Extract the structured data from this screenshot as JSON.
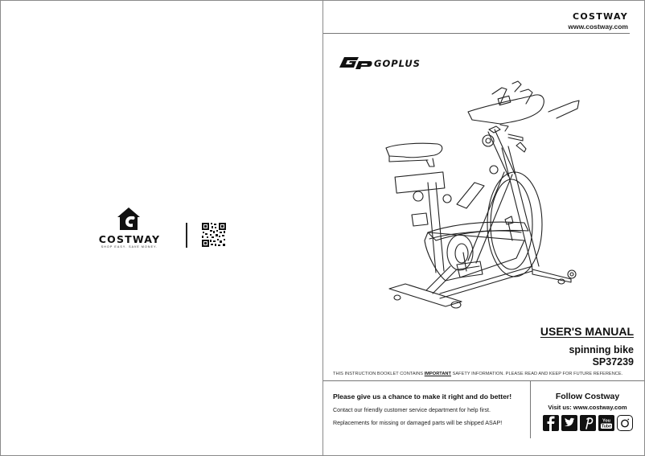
{
  "left_page": {
    "brand": {
      "name": "COSTWAY",
      "tagline": "SHOP EASY. SAVE MONEY.",
      "logo_icon": "house-c-icon"
    },
    "qr_code_icon": "qr-code-icon"
  },
  "right_page": {
    "header": {
      "brand": "COSTWAY",
      "url": "www.costway.com"
    },
    "sub_brand": {
      "logo_text": "GOPLUS",
      "logo_icon": "gp-monogram-icon"
    },
    "illustration": "spinning-bike-line-drawing",
    "title": {
      "manual": "USER'S MANUAL",
      "product": "spinning bike",
      "model": "SP37239"
    },
    "safety_note": {
      "before": "THIS INSTRUCTION BOOKLET CONTAINS ",
      "emphasis": "IMPORTANT",
      "after": " SAFETY INFORMATION. PLEASE READ AND KEEP FOR FUTURE REFERENCE."
    },
    "support": {
      "heading": "Please give us a chance to make it right and do better!",
      "lines": [
        "Contact our friendly customer service department for help first.",
        "Replacements for missing or damaged parts will be shipped ASAP!"
      ]
    },
    "follow": {
      "heading": "Follow Costway",
      "visit": "Visit us: www.costway.com",
      "social": [
        {
          "name": "facebook",
          "glyph": "f"
        },
        {
          "name": "twitter",
          "glyph": "t"
        },
        {
          "name": "pinterest",
          "glyph": "P"
        },
        {
          "name": "youtube",
          "glyph_top": "You",
          "glyph_bottom": "Tube"
        },
        {
          "name": "instagram",
          "glyph": ""
        }
      ]
    }
  }
}
